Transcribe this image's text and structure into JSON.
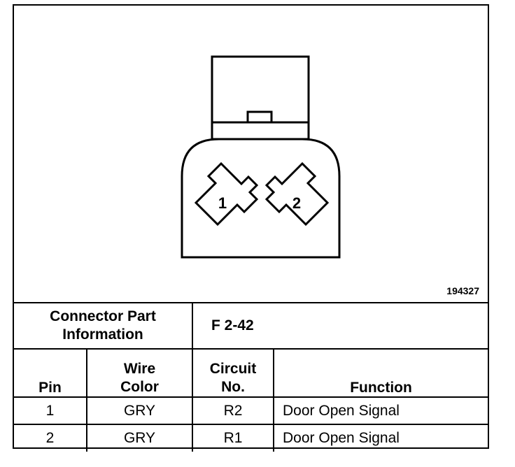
{
  "figure_id": "194327",
  "connector": {
    "pins": [
      {
        "label": "1"
      },
      {
        "label": "2"
      }
    ]
  },
  "part_info": {
    "label": "Connector Part Information",
    "value": "F 2-42"
  },
  "table": {
    "headers": {
      "pin": "Pin",
      "wire_color": "Wire Color",
      "circuit_no": "Circuit No.",
      "function": "Function"
    },
    "rows": [
      {
        "pin": "1",
        "wire_color": "GRY",
        "circuit_no": "R2",
        "function": "Door Open Signal"
      },
      {
        "pin": "2",
        "wire_color": "GRY",
        "circuit_no": "R1",
        "function": "Door Open Signal"
      }
    ]
  }
}
